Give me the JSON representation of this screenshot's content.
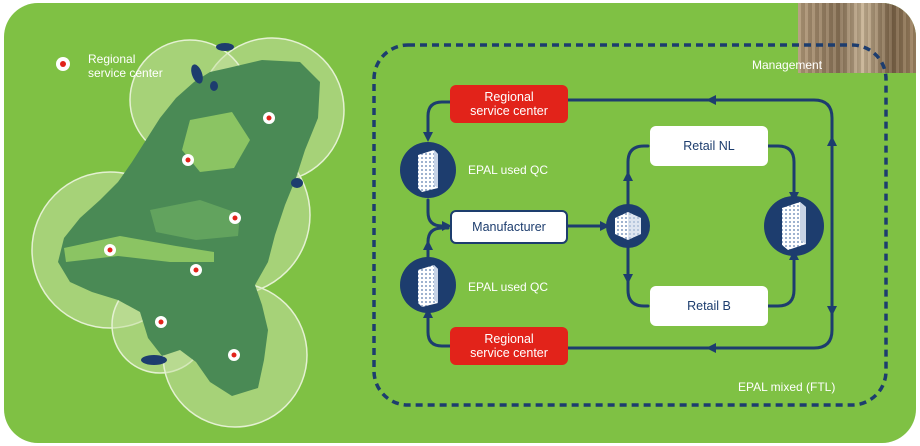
{
  "legend": {
    "line1": "Regional",
    "line2": "service center"
  },
  "labels": {
    "management": "Management",
    "epal_used_qc_top": "EPAL used QC",
    "epal_used_qc_bottom": "EPAL used QC",
    "epal_mixed": "EPAL mixed (FTL)"
  },
  "nodes": {
    "regional_top": {
      "line1": "Regional",
      "line2": "service center"
    },
    "regional_bottom": {
      "line1": "Regional",
      "line2": "service center"
    },
    "manufacturer": "Manufacturer",
    "retail_nl": "Retail NL",
    "retail_b": "Retail B"
  },
  "colors": {
    "background_green": "#7fc144",
    "navy": "#1d3d6e",
    "red": "#e2231a",
    "map_dark_green": "#4a8a55",
    "map_circle": "#c6e0a4"
  },
  "icons": [
    "pallet-stack-icon",
    "pallet-stack-icon",
    "pallet-stack-icon",
    "pallet-stack-icon",
    "service-center-marker-icon"
  ]
}
